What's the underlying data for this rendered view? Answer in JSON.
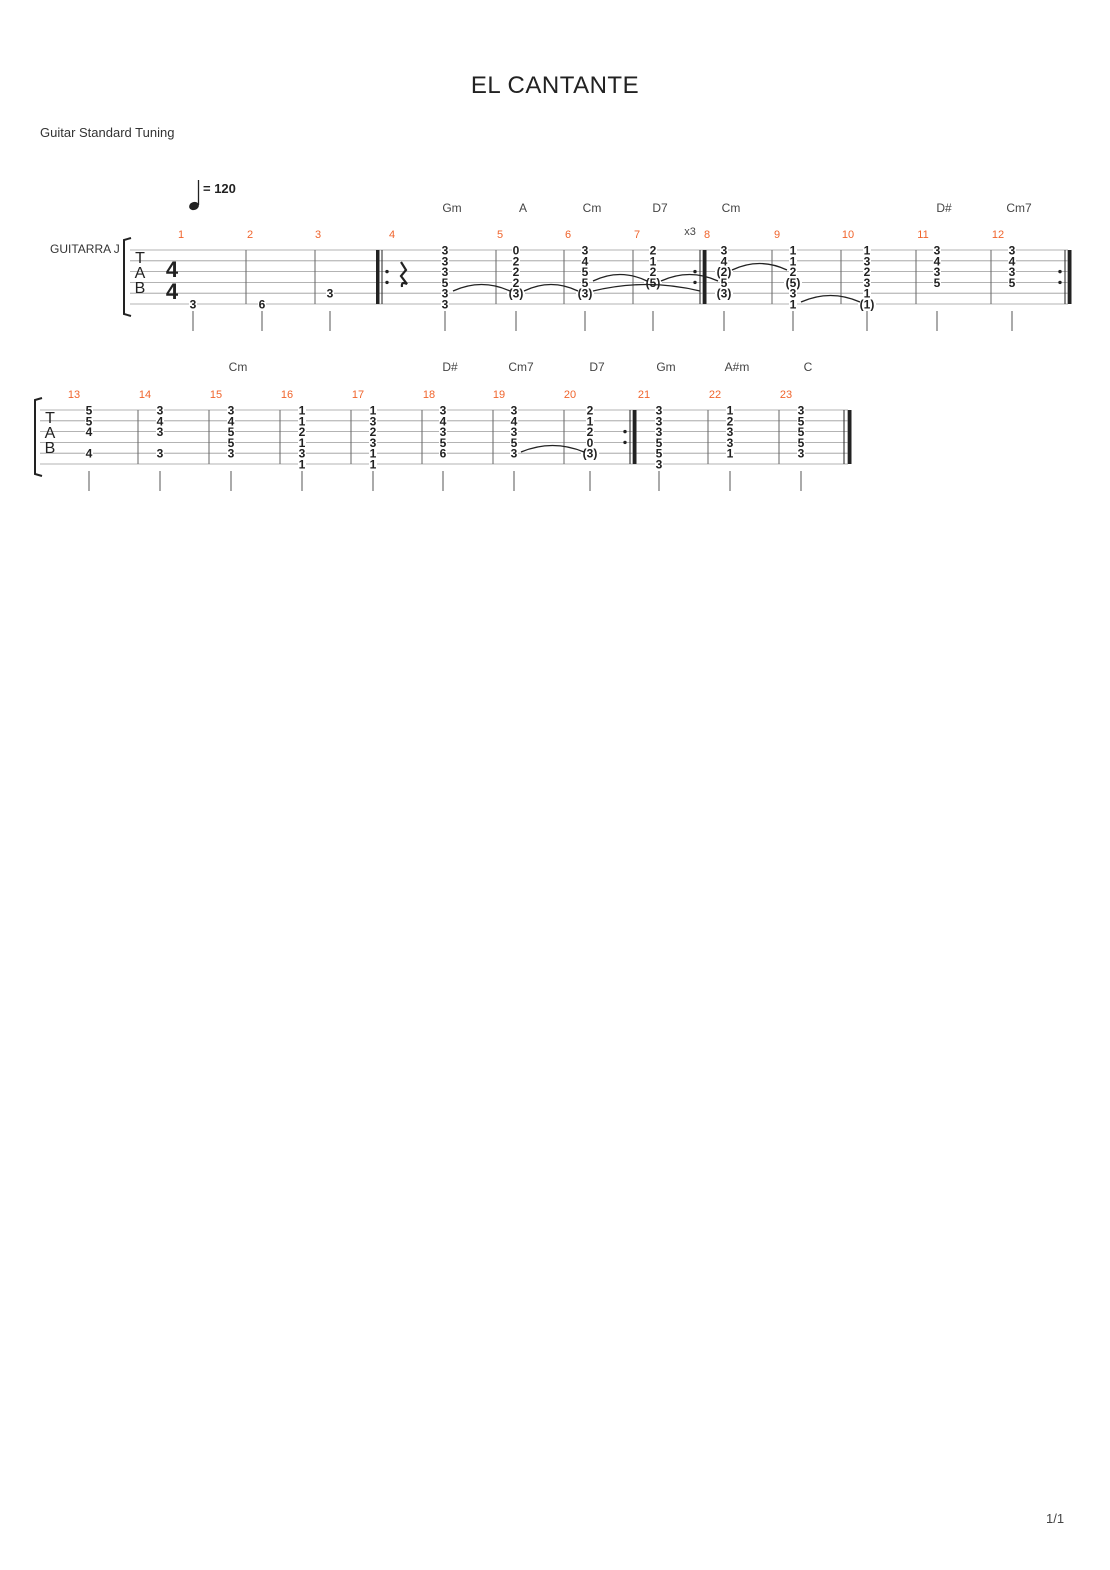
{
  "title": "EL CANTANTE",
  "tuning": "Guitar Standard Tuning",
  "page_number": "1/1",
  "colors": {
    "measure_number": "#f0642c",
    "ink": "#222222",
    "staff_line": "#9a9a9a"
  },
  "tempo": {
    "symbol": "quarter-note",
    "bpm": "= 120"
  },
  "time_signature": {
    "top": "4",
    "bottom": "4"
  },
  "track_name": "GUITARRA J",
  "clef_letters": [
    "T",
    "A",
    "B"
  ],
  "repeat_marks": [
    {
      "after_measure": 7,
      "text": "x3"
    }
  ],
  "systems": [
    {
      "measures": [
        {
          "number": "1",
          "notes": [
            {
              "beats": [
                {
                  "strings": [
                    null,
                    null,
                    null,
                    null,
                    null,
                    "3"
                  ]
                }
              ]
            }
          ]
        },
        {
          "number": "2",
          "notes": [
            {
              "beats": [
                {
                  "strings": [
                    null,
                    null,
                    null,
                    null,
                    null,
                    "6"
                  ]
                }
              ]
            }
          ]
        },
        {
          "number": "3",
          "notes": [
            {
              "beats": [
                {
                  "strings": [
                    null,
                    null,
                    null,
                    null,
                    "3",
                    null
                  ]
                }
              ]
            }
          ]
        },
        {
          "number": "4",
          "repeat_start": true,
          "rest": true,
          "chord": "Gm",
          "notes": [
            {
              "beats": [
                {
                  "strings": [
                    "3",
                    "3",
                    "3",
                    "5",
                    "3",
                    "3"
                  ]
                }
              ]
            }
          ]
        },
        {
          "number": "5",
          "chord": "A",
          "notes": [
            {
              "beats": [
                {
                  "strings": [
                    "0",
                    "2",
                    "2",
                    "2",
                    "(3)",
                    null
                  ]
                }
              ]
            }
          ]
        },
        {
          "number": "6",
          "chord": "Cm",
          "notes": [
            {
              "beats": [
                {
                  "strings": [
                    "3",
                    "4",
                    "5",
                    "5",
                    "(3)",
                    null
                  ]
                }
              ]
            }
          ]
        },
        {
          "number": "7",
          "chord": "D7",
          "repeat_end": true,
          "notes": [
            {
              "beats": [
                {
                  "strings": [
                    "2",
                    "1",
                    "2",
                    "(5)",
                    null,
                    null
                  ]
                }
              ]
            }
          ]
        },
        {
          "number": "8",
          "chord": "Cm",
          "double_bar": true,
          "notes": [
            {
              "beats": [
                {
                  "strings": [
                    "3",
                    "4",
                    "(2)",
                    "5",
                    "(3)",
                    null
                  ]
                }
              ]
            }
          ]
        },
        {
          "number": "9",
          "notes": [
            {
              "beats": [
                {
                  "strings": [
                    "1",
                    "1",
                    "2",
                    "(5)",
                    "3",
                    "1"
                  ]
                }
              ]
            }
          ]
        },
        {
          "number": "10",
          "notes": [
            {
              "beats": [
                {
                  "strings": [
                    "1",
                    "3",
                    "2",
                    "3",
                    "1",
                    "(1)"
                  ]
                }
              ]
            }
          ]
        },
        {
          "number": "11",
          "chord": "D#",
          "notes": [
            {
              "beats": [
                {
                  "strings": [
                    "3",
                    "4",
                    "3",
                    "5",
                    null,
                    null
                  ]
                }
              ]
            }
          ]
        },
        {
          "number": "12",
          "chord": "Cm7",
          "repeat_end": true,
          "notes": [
            {
              "beats": [
                {
                  "strings": [
                    "3",
                    "4",
                    "3",
                    "5",
                    null,
                    null
                  ]
                }
              ]
            }
          ]
        }
      ]
    },
    {
      "measures": [
        {
          "number": "13",
          "notes": [
            {
              "beats": [
                {
                  "strings": [
                    "5",
                    "5",
                    "4",
                    null,
                    "4",
                    null
                  ]
                }
              ]
            }
          ]
        },
        {
          "number": "14",
          "notes": [
            {
              "beats": [
                {
                  "strings": [
                    "3",
                    "4",
                    "3",
                    null,
                    "3",
                    null
                  ]
                }
              ]
            }
          ]
        },
        {
          "number": "15",
          "chord": "Cm",
          "notes": [
            {
              "beats": [
                {
                  "strings": [
                    "3",
                    "4",
                    "5",
                    "5",
                    "3",
                    null
                  ]
                }
              ]
            }
          ]
        },
        {
          "number": "16",
          "notes": [
            {
              "beats": [
                {
                  "strings": [
                    "1",
                    "1",
                    "2",
                    "1",
                    "3",
                    "1"
                  ]
                }
              ]
            }
          ]
        },
        {
          "number": "17",
          "notes": [
            {
              "beats": [
                {
                  "strings": [
                    "1",
                    "3",
                    "2",
                    "3",
                    "1",
                    "1"
                  ]
                }
              ]
            }
          ]
        },
        {
          "number": "18",
          "chord": "D#",
          "notes": [
            {
              "beats": [
                {
                  "strings": [
                    "3",
                    "4",
                    "3",
                    "5",
                    "6",
                    null
                  ]
                }
              ]
            }
          ]
        },
        {
          "number": "19",
          "chord": "Cm7",
          "notes": [
            {
              "beats": [
                {
                  "strings": [
                    "3",
                    "4",
                    "3",
                    "5",
                    "3",
                    null
                  ]
                }
              ]
            }
          ]
        },
        {
          "number": "20",
          "chord": "D7",
          "repeat_end": true,
          "notes": [
            {
              "beats": [
                {
                  "strings": [
                    "2",
                    "1",
                    "2",
                    "0",
                    "(3)",
                    null
                  ]
                }
              ]
            }
          ]
        },
        {
          "number": "21",
          "chord": "Gm",
          "double_bar": true,
          "notes": [
            {
              "beats": [
                {
                  "strings": [
                    "3",
                    "3",
                    "3",
                    "5",
                    "5",
                    "3"
                  ]
                }
              ]
            }
          ]
        },
        {
          "number": "22",
          "chord": "A#m",
          "notes": [
            {
              "beats": [
                {
                  "strings": [
                    "1",
                    "2",
                    "3",
                    "3",
                    "1",
                    null
                  ]
                }
              ]
            }
          ]
        },
        {
          "number": "23",
          "chord": "C",
          "final_bar": true,
          "notes": [
            {
              "beats": [
                {
                  "strings": [
                    "3",
                    "5",
                    "5",
                    "5",
                    "3",
                    null
                  ]
                }
              ]
            }
          ]
        }
      ]
    }
  ]
}
